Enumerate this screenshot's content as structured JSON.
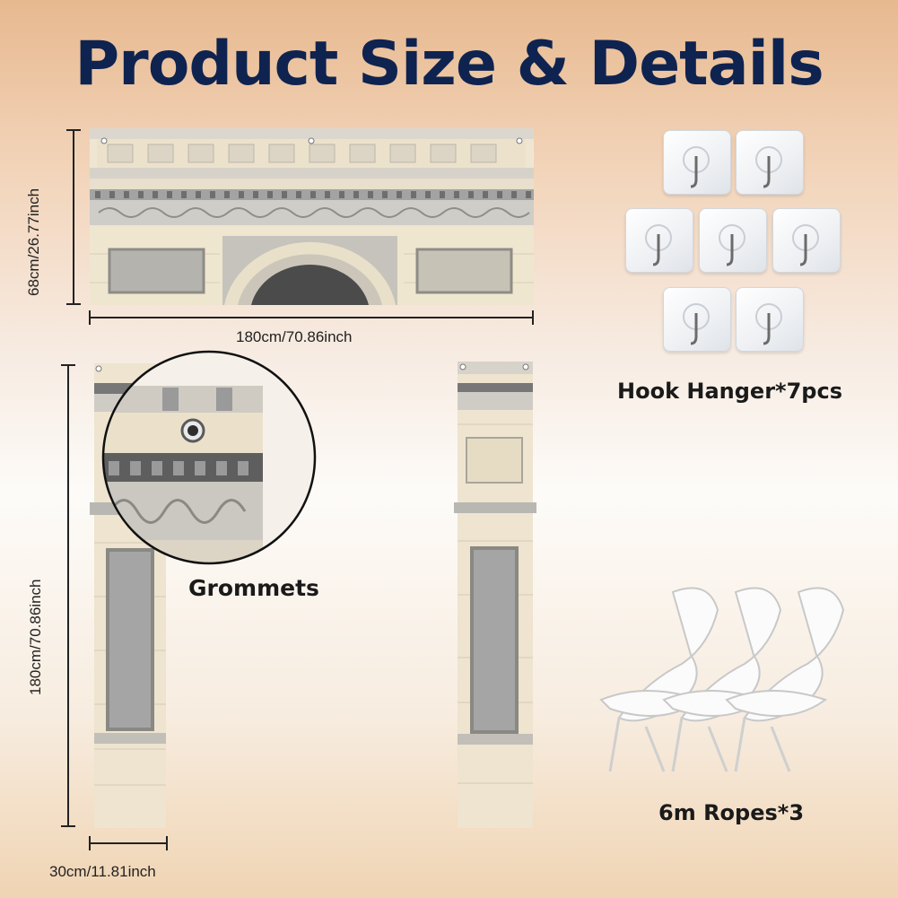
{
  "title": "Product Size & Details",
  "dimensions": {
    "top_height": "68cm/26.77inch",
    "top_width": "180cm/70.86inch",
    "pillar_height": "180cm/70.86inch",
    "pillar_width": "30cm/11.81inch"
  },
  "callouts": {
    "grommets": "Grommets",
    "hooks": "Hook Hanger*7pcs",
    "ropes": "6m Ropes*3"
  },
  "counts": {
    "hooks": 7,
    "ropes": 3
  },
  "colors": {
    "title": "#0f2350",
    "stone_light": "#f1e8d4",
    "stone_gray": "#a8a8a8"
  }
}
